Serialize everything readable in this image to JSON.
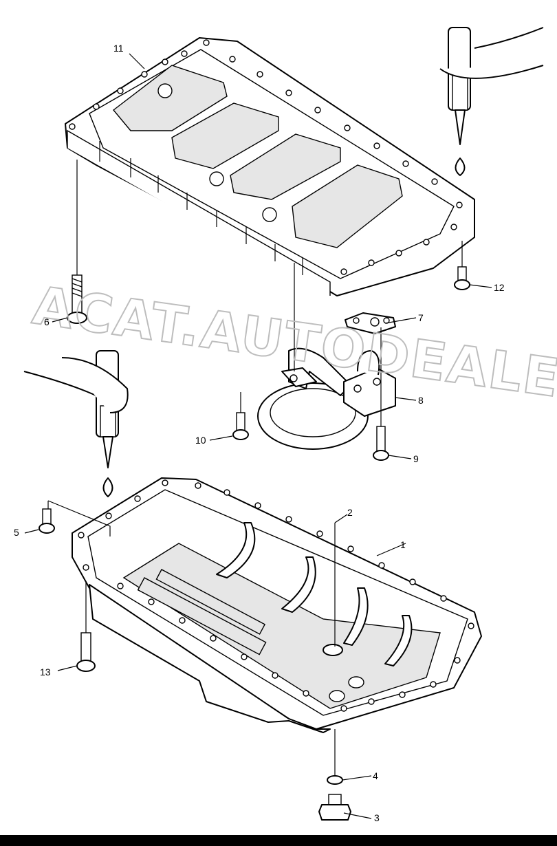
{
  "watermark": "ACAT.AUTODEALER.RU",
  "callouts": [
    {
      "id": "c1",
      "label": "1"
    },
    {
      "id": "c2",
      "label": "2"
    },
    {
      "id": "c3",
      "label": "3"
    },
    {
      "id": "c4",
      "label": "4"
    },
    {
      "id": "c5",
      "label": "5"
    },
    {
      "id": "c6",
      "label": "6"
    },
    {
      "id": "c7",
      "label": "7"
    },
    {
      "id": "c8",
      "label": "8"
    },
    {
      "id": "c9",
      "label": "9"
    },
    {
      "id": "c10",
      "label": "10"
    },
    {
      "id": "c11",
      "label": "11"
    },
    {
      "id": "c12",
      "label": "12"
    },
    {
      "id": "c13",
      "label": "13"
    }
  ]
}
